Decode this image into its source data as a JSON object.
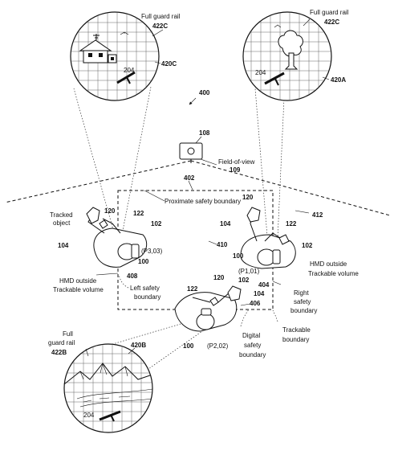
{
  "figure_number": "400",
  "labels": {
    "guard_top_left_title": "Full guard rail",
    "guard_top_left_ref": "422C",
    "guard_top_right_title": "Full guard rail",
    "guard_top_right_ref": "422C",
    "circle_top_left_ref": "420C",
    "circle_top_right_ref": "420A",
    "circle_bottom_ref": "420B",
    "obj_top_left": "204",
    "obj_top_right": "204",
    "obj_bottom": "204",
    "guard_bottom_line1": "Full",
    "guard_bottom_line2": "guard rail",
    "guard_bottom_ref": "422B",
    "camera_ref": "108",
    "fov_text": "Field-of-view",
    "fov_ref": "109",
    "ref_402": "402",
    "proximate_boundary": "Proximate safety boundary",
    "ref_412": "412",
    "ref_410": "410",
    "ref_408": "408",
    "ref_404": "404",
    "ref_406": "406",
    "tracked_object_line1": "Tracked",
    "tracked_object_line2": "object",
    "left_120": "120",
    "left_122": "122",
    "left_102": "102",
    "left_104": "104",
    "left_100": "100",
    "left_pos": "(P3,03)",
    "right_120": "120",
    "right_104": "104",
    "right_122": "122",
    "right_102": "102",
    "right_100": "100",
    "right_pos": "(P1,01)",
    "bottom_122": "122",
    "bottom_120": "120",
    "bottom_102": "102",
    "bottom_104": "104",
    "bottom_100": "100",
    "bottom_pos": "(P2,02)",
    "hmd_left_line1": "HMD outside",
    "hmd_left_line2": "Trackable volume",
    "hmd_right_line1": "HMD outside",
    "hmd_right_line2": "Trackable volume",
    "left_safety_line1": "Left safety",
    "left_safety_line2": "boundary",
    "right_safety_line1": "Right",
    "right_safety_line2": "safety",
    "right_safety_line3": "boundary",
    "digital_line1": "Digital",
    "digital_line2": "safety",
    "digital_line3": "boundary",
    "trackable_line1": "Trackable",
    "trackable_line2": "boundary"
  }
}
